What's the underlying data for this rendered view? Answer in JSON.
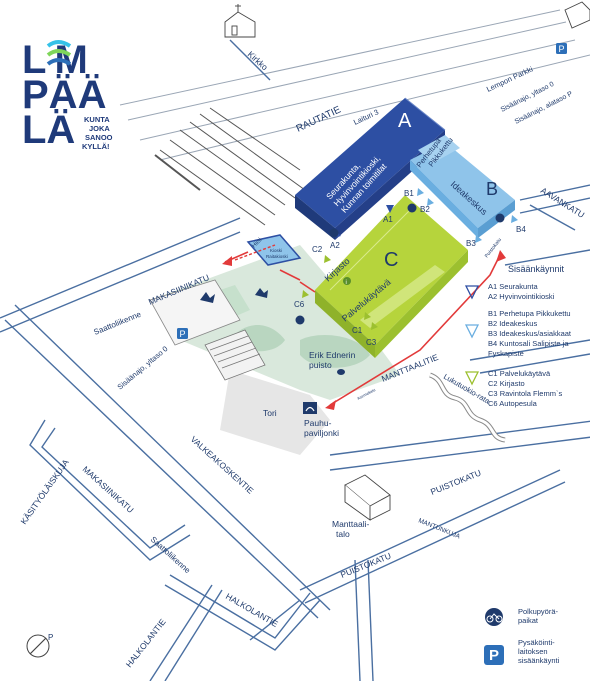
{
  "logo": {
    "letters_row1": "L M",
    "letters_row2": "PÄÄ",
    "letters_row3": "LÄ",
    "slogan": [
      "KUNTA",
      "JOKA",
      "SANOO",
      "KYLLÄ!"
    ]
  },
  "streets": {
    "rautatie": "RAUTATIE",
    "laituri": "Laituri 3",
    "makasiinikatu_top": "MAKASIINIKATU",
    "makasiinikatu_bottom": "MAKASIINIKATU",
    "saattoliikenne_left": "Saattoliikenne",
    "saattoliikenne_bottom": "Saattoliikenne",
    "valkeakoskentie": "VALKEAKOSKENTIE",
    "kastyolaiskuja": "KÄSITYÖLÄISKUJA",
    "halkolantie_a": "HALKOLANTIE",
    "halkolantie_b": "HALKOLANTIE",
    "manttaalitie": "MANTTAALITIE",
    "puistokatu_a": "PUISTOKATU",
    "puistokatu_b": "PUISTOKATU",
    "mantunkuja": "MANTUNKUJA",
    "aavankatu": "AAVANKATU",
    "lempon_parkki": "Lempon Parkki",
    "sisaanajo_tasolle0_right": "Sisäänajo, yltaso 0",
    "sisaanajo_tasolle_p": "Sisäänajo, alataso P",
    "sisaanajo_tasolle0_left": "Sisäänajo, yltaso 0",
    "kirkko": "Kirkko",
    "lukutuokio": "Lukutuokio-rata",
    "puistokatu_small": "Puistokatu"
  },
  "places": {
    "tori": "Tori",
    "erik_edner": "Erik Ednerin\npuisto",
    "pauhu": "Pauhu-\npaviljonki",
    "manttaalitalo": "Manttaali-\ntalo",
    "hiisi": "Hiisi",
    "kioski": "Kioski\nRaitakioski",
    "asema": "Asemakatu"
  },
  "buildings": {
    "a_letter": "A",
    "a_text": [
      "Seurakunta,",
      "Hyvinvointikioski,",
      "Kunnan toimitilat"
    ],
    "b_letter": "B",
    "b_text": "Ideakeskus",
    "b_top_text": "Perhetupa\nPikkukettu",
    "c_letter": "C",
    "c_kirjasto": "Kirjasto",
    "c_palvelu": "Palvelukäytävä"
  },
  "entrances": {
    "A1": "A1",
    "A2": "A2",
    "B1": "B1",
    "B2": "B2",
    "B3": "B3",
    "B4": "B4",
    "C1": "C1",
    "C2": "C2",
    "C3": "C3",
    "C6": "C6"
  },
  "legend": {
    "title": "Sisäänkäynnit",
    "items": [
      {
        "code": "A1",
        "text": "Seurakunta",
        "group": "A"
      },
      {
        "code": "A2",
        "text": "Hyvinvointikioski",
        "group": "A"
      },
      {
        "code": "B1",
        "text": "Perhetupa Pikkukettu",
        "group": "B"
      },
      {
        "code": "B2",
        "text": "Ideakeskus",
        "group": "B"
      },
      {
        "code": "B3",
        "text": "Ideakeskus/asiakkaat",
        "group": "B"
      },
      {
        "code": "B4",
        "text": "Kuntosali Salipiste ja",
        "group": "B"
      },
      {
        "code": "",
        "text": "Fyskapiste",
        "group": "B"
      },
      {
        "code": "C1",
        "text": "Palvelukäytävä",
        "group": "C"
      },
      {
        "code": "C2",
        "text": "Kirjasto",
        "group": "C"
      },
      {
        "code": "C3",
        "text": "Ravintola Flemm`s",
        "group": "C"
      },
      {
        "code": "C6",
        "text": "Autopesula",
        "group": "C"
      }
    ],
    "bike": "Polkupyörä-\npaikat",
    "parking": "Pysäköinti-\nlaitoksen\nsisäänkäynti"
  },
  "colors": {
    "road": "#4a6fa1",
    "a_building": "#2d4fa3",
    "b_building": "#8fc4ea",
    "c_building": "#b6d43c",
    "green_area": "#cfe4d4",
    "red_route": "#e23a3a",
    "rail": "#6b6b6b",
    "dark_blue": "#1f3a7a",
    "text": "#1f3a6b"
  },
  "compass": "P"
}
